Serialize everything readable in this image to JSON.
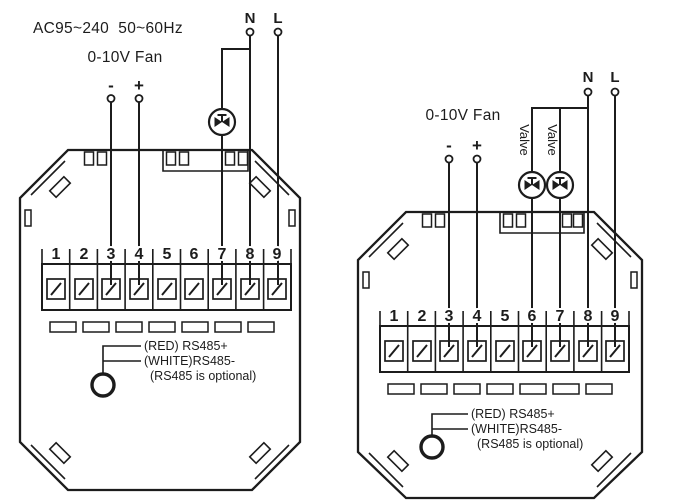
{
  "colors": {
    "paper": "#ffffff",
    "ink": "#1c1c1c"
  },
  "left": {
    "power_label": "AC95~240  50~60Hz",
    "fan_label": "0-10V Fan",
    "minus_label": "-",
    "plus_label": "+",
    "neutral_label": "N",
    "live_label": "L",
    "terminals": [
      "1",
      "2",
      "3",
      "4",
      "5",
      "6",
      "7",
      "8",
      "9"
    ],
    "rs485_red_label": "(RED) RS485+",
    "rs485_white_label": "(WHITE)RS485-",
    "rs485_note": "(RS485 is optional)"
  },
  "right": {
    "fan_label": "0-10V Fan",
    "valve_label_1": "Valve",
    "valve_label_2": "Valve",
    "minus_label": "-",
    "plus_label": "+",
    "neutral_label": "N",
    "live_label": "L",
    "terminals": [
      "1",
      "2",
      "3",
      "4",
      "5",
      "6",
      "7",
      "8",
      "9"
    ],
    "rs485_red_label": "(RED) RS485+",
    "rs485_white_label": "(WHITE)RS485-",
    "rs485_note": "(RS485 is optional)"
  }
}
